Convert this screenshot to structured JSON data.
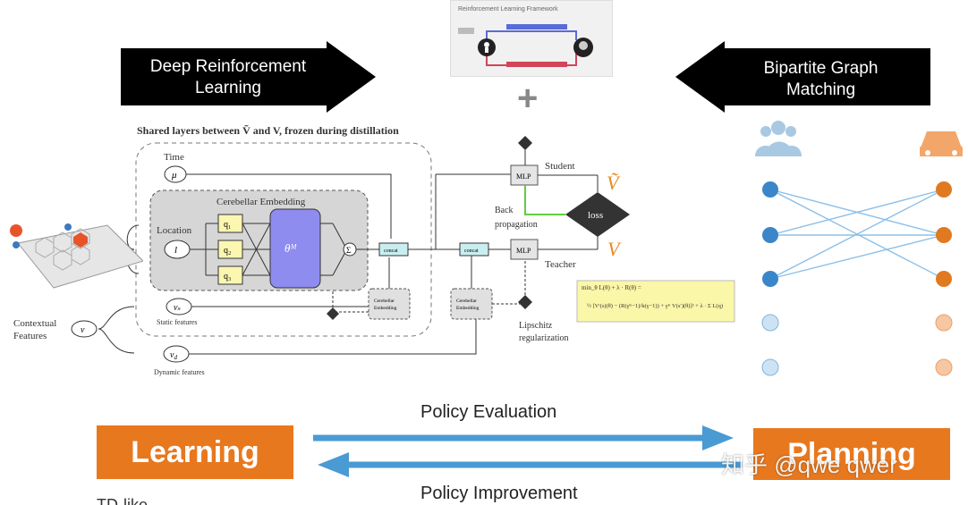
{
  "top_left_banner": {
    "line1": "Deep Reinforcement",
    "line2": "Learning"
  },
  "top_right_banner": {
    "line1": "Bipartite Graph",
    "line2": "Matching"
  },
  "rl_thumbnail": {
    "title": "Reinforcement Learning Framework"
  },
  "plus_sign": "+",
  "diagram": {
    "caption": "Shared layers between Ṽ and V, frozen during distillation",
    "time_label": "Time",
    "time_var": "μ",
    "location_label": "Location",
    "location_var": "l",
    "cerebellar_title": "Cerebellar Embedding",
    "q1": "q₁",
    "q2": "q₂",
    "q3": "q₃",
    "theta_label": "θᴹ",
    "sum_label": "Σ",
    "concat1": "concat",
    "concat2": "concat",
    "vs_var": "vₛ",
    "static_features": "Static features",
    "contextual_features": "Contextual\nFeatures",
    "v_var": "v",
    "vd_var": "v_d",
    "dynamic_features": "Dynamic features",
    "cerebellar_embedding_small1": "Cerebellar Embedding",
    "cerebellar_embedding_small2": "Cerebellar Embedding",
    "mlp_student": "MLP",
    "mlp_teacher": "MLP",
    "student_label": "Student",
    "teacher_label": "Teacher",
    "loss_label": "loss",
    "back_propagation": "Back\npropagation",
    "lipschitz": "Lipschitz\nregularization",
    "v_tilde": "Ṽ",
    "v_out": "V",
    "formula": "min_θ L(θ) + λ · R(θ) ="
  },
  "bottom": {
    "learning_label": "Learning",
    "planning_label": "Planning",
    "policy_evaluation": "Policy Evaluation",
    "policy_improvement": "Policy Improvement",
    "cut_text": "TD-like ..."
  },
  "watermark": "知乎 @qwe qwer",
  "colors": {
    "orange": "#e8781e",
    "node_blue": "#3b86c8",
    "node_orange": "#e07a20",
    "arrow_blue": "#4a9ad4",
    "purple": "#8f8cf0",
    "yellow": "#fbf6b0",
    "teal": "#c9eef0"
  }
}
